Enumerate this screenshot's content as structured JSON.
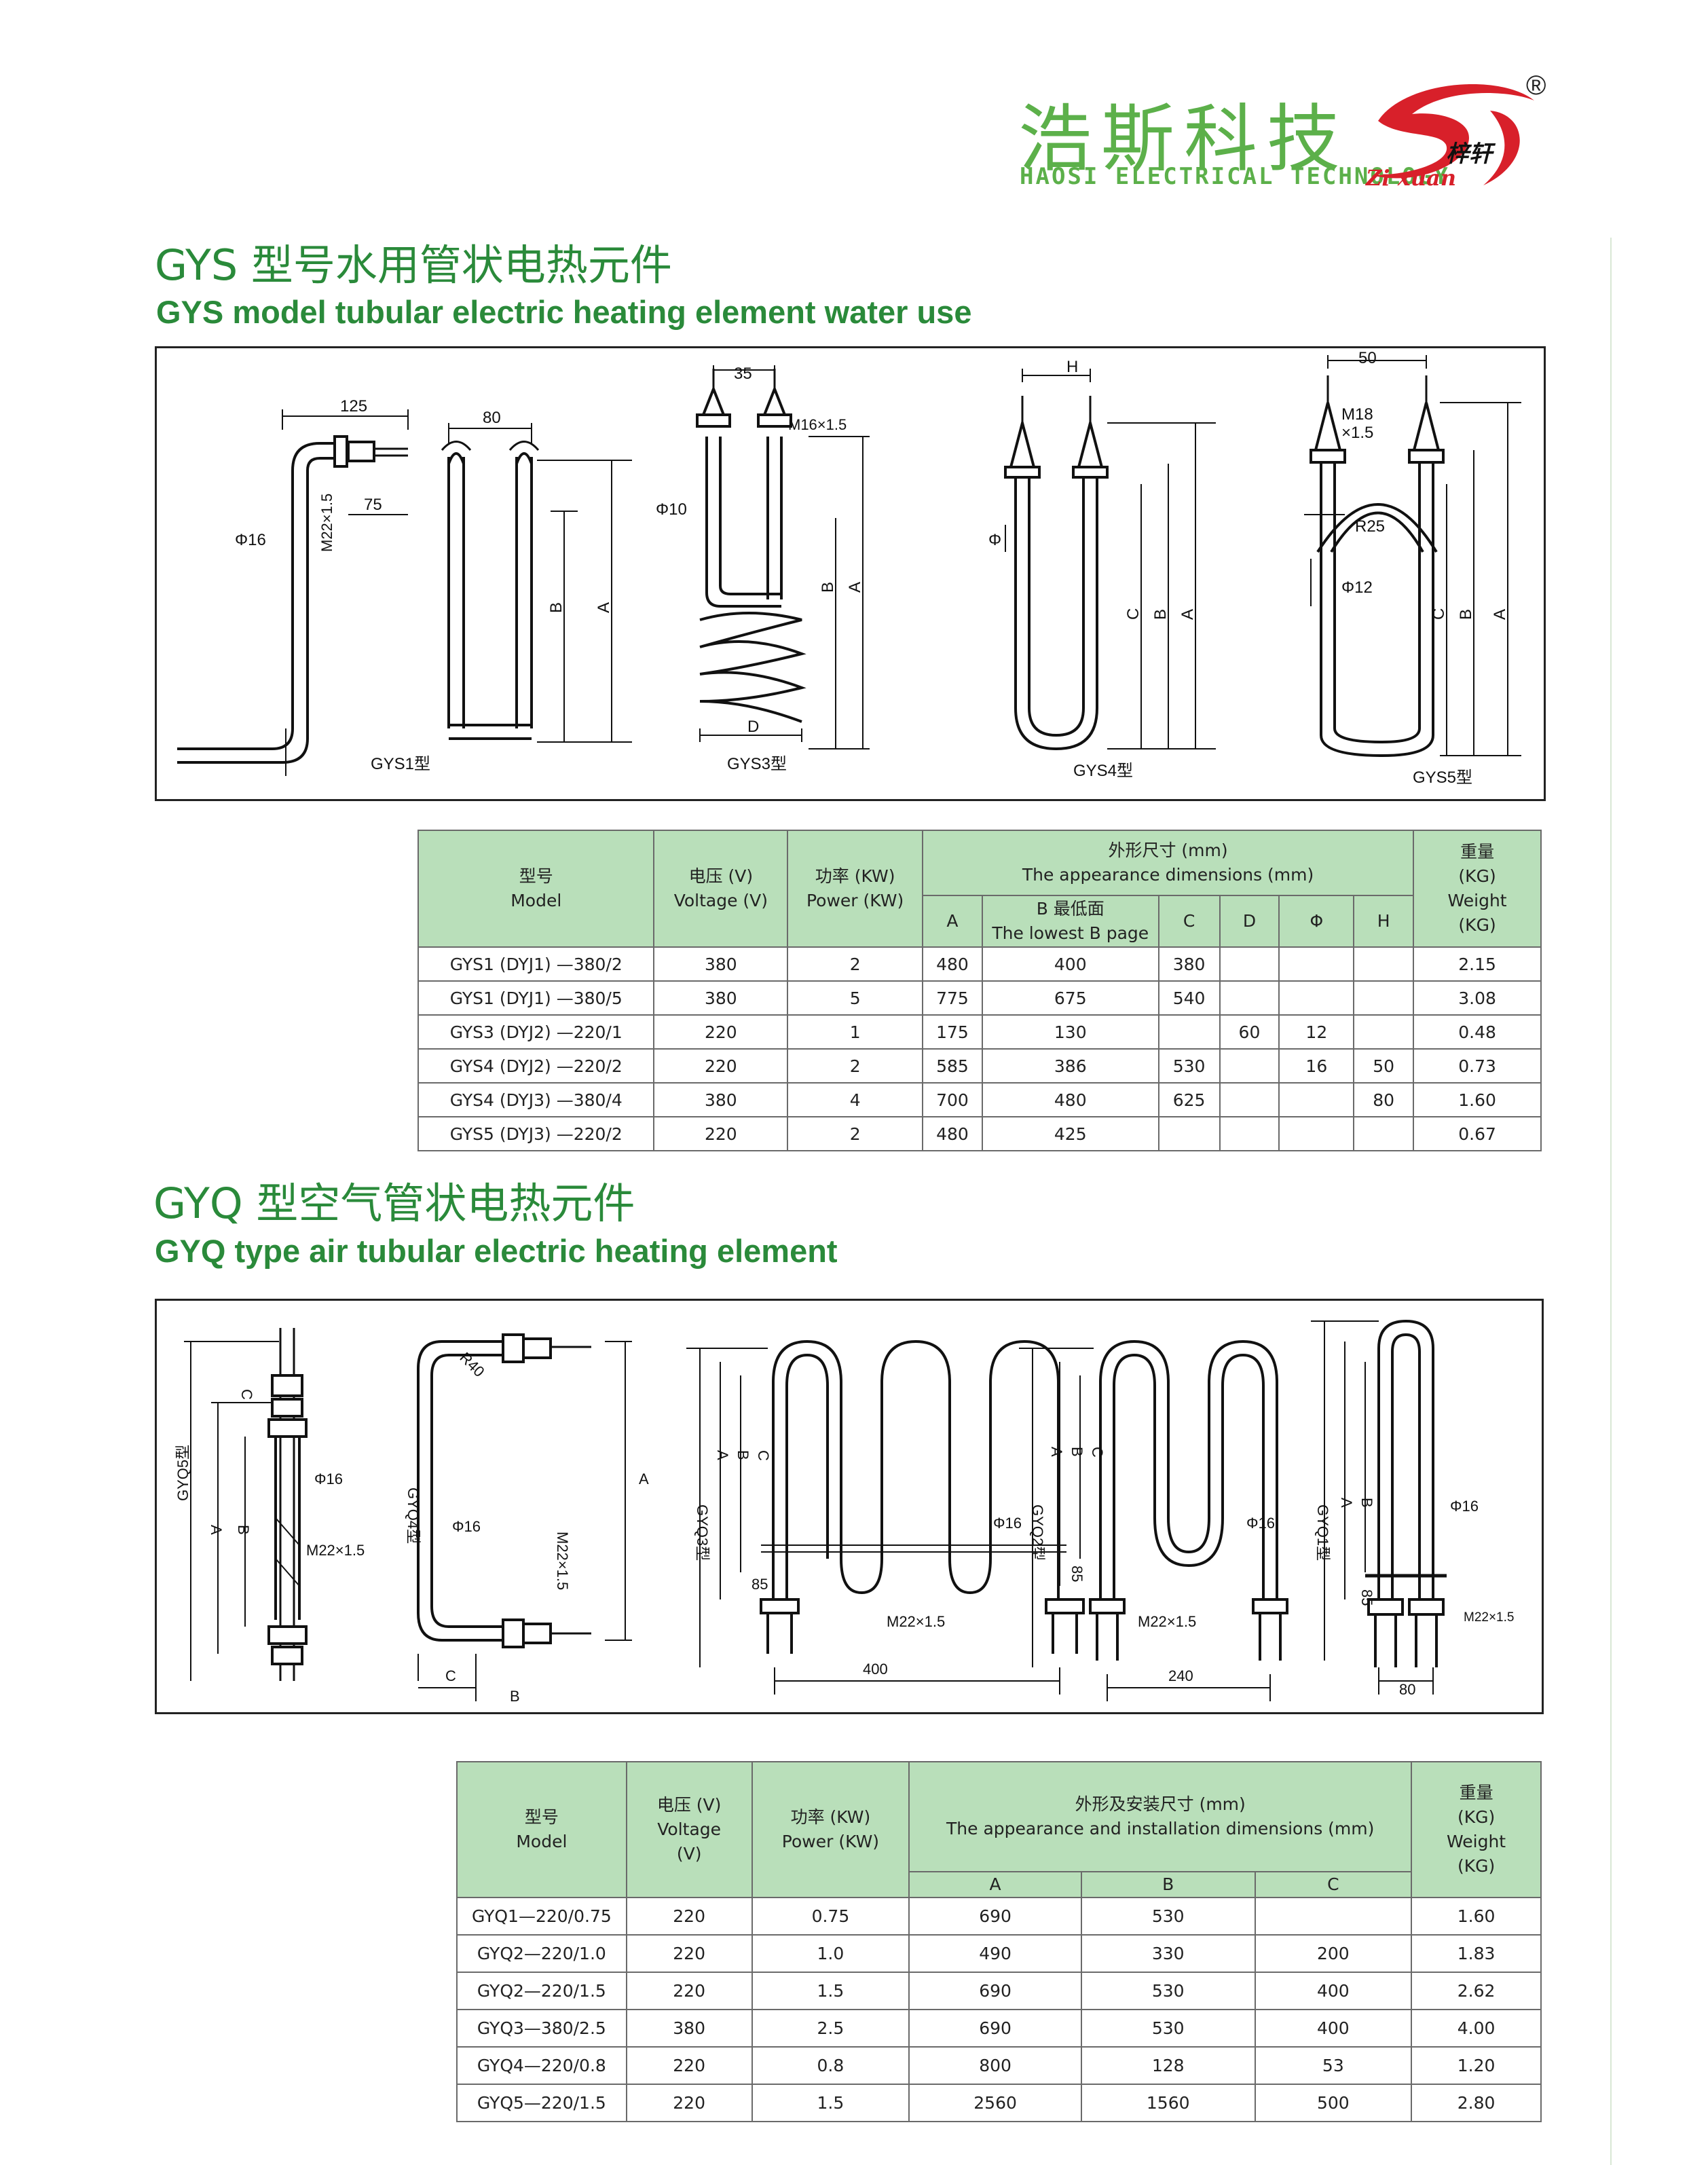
{
  "header": {
    "brand_cn": "浩斯科技",
    "brand_en": "HAOSI ELECTRICAL TECHNOLOGY",
    "logo_sub_cn": "梓轩",
    "logo_sub_en": "Zi xuan",
    "registered": "®"
  },
  "gys": {
    "title_cn": "GYS 型号水用管状电热元件",
    "title_en": "GYS model tubular electric heating element water use",
    "drawings": {
      "gys1": {
        "name": "GYS1型",
        "d125": "125",
        "d75": "75",
        "phi16": "Φ16",
        "m22": "M22×1.5"
      },
      "gys2": {
        "d80": "80",
        "b": "B",
        "a": "A"
      },
      "gys3": {
        "name": "GYS3型",
        "d35": "35",
        "m16": "M16×1.5",
        "phi10": "Φ10",
        "b": "B",
        "a": "A",
        "d": "D"
      },
      "gys4": {
        "name": "GYS4型",
        "h": "H",
        "phi": "Φ",
        "c": "C",
        "b": "B",
        "a": "A"
      },
      "gys5": {
        "name": "GYS5型",
        "d50": "50",
        "m18": "M18",
        "m18b": "×1.5",
        "r25": "R25",
        "phi12": "Φ12",
        "c": "C",
        "b": "B",
        "a": "A"
      }
    },
    "table": {
      "h_model_cn": "型号",
      "h_model_en": "Model",
      "h_voltage_cn": "电压 (V)",
      "h_voltage_en": "Voltage (V)",
      "h_power_cn": "功率 (KW)",
      "h_power_en": "Power (KW)",
      "h_dims_cn": "外形尺寸 (mm)",
      "h_dims_en": "The appearance dimensions (mm)",
      "h_weight_cn": "重量",
      "h_weight_kg": "(KG)",
      "h_weight_en": "Weight",
      "h_weight_kg2": "(KG)",
      "h_a": "A",
      "h_b_cn": "B 最低面",
      "h_b_en": "The lowest B page",
      "h_c": "C",
      "h_d": "D",
      "h_phi": "Φ",
      "h_h": "H",
      "rows": [
        {
          "model": "GYS1 (DYJ1) —380/2",
          "voltage": "380",
          "power": "2",
          "a": "480",
          "b": "400",
          "c": "380",
          "d": "",
          "phi": "",
          "h": "",
          "weight": "2.15"
        },
        {
          "model": "GYS1 (DYJ1) —380/5",
          "voltage": "380",
          "power": "5",
          "a": "775",
          "b": "675",
          "c": "540",
          "d": "",
          "phi": "",
          "h": "",
          "weight": "3.08"
        },
        {
          "model": "GYS3 (DYJ2) —220/1",
          "voltage": "220",
          "power": "1",
          "a": "175",
          "b": "130",
          "c": "",
          "d": "60",
          "phi": "12",
          "h": "",
          "weight": "0.48"
        },
        {
          "model": "GYS4 (DYJ2) —220/2",
          "voltage": "220",
          "power": "2",
          "a": "585",
          "b": "386",
          "c": "530",
          "d": "",
          "phi": "16",
          "h": "50",
          "weight": "0.73"
        },
        {
          "model": "GYS4 (DYJ3) —380/4",
          "voltage": "380",
          "power": "4",
          "a": "700",
          "b": "480",
          "c": "625",
          "d": "",
          "phi": "",
          "h": "80",
          "weight": "1.60"
        },
        {
          "model": "GYS5 (DYJ3) —220/2",
          "voltage": "220",
          "power": "2",
          "a": "480",
          "b": "425",
          "c": "",
          "d": "",
          "phi": "",
          "h": "",
          "weight": "0.67"
        }
      ]
    }
  },
  "gyq": {
    "title_cn": "GYQ 型空气管状电热元件",
    "title_en": "GYQ type air tubular electric heating element",
    "drawings": {
      "gyq5": {
        "name": "GYQ5型",
        "c": "C",
        "b": "B",
        "a": "A",
        "phi16": "Φ16",
        "m22": "M22×1.5"
      },
      "gyq4": {
        "name": "GYQ4型",
        "r40": "R40",
        "a": "A",
        "phi16": "Φ16",
        "m22": "M22×1.5",
        "c": "C",
        "b": "B"
      },
      "gyq3": {
        "name": "GYQ3型",
        "a": "A",
        "b": "B",
        "c": "C",
        "d85": "85",
        "phi16": "Φ16",
        "m22": "M22×1.5",
        "d400": "400"
      },
      "gyq2": {
        "name": "GYQ2型",
        "a": "A",
        "b": "B",
        "c": "C",
        "d85": "85",
        "phi16": "Φ16",
        "m22": "M22×1.5",
        "d240": "240"
      },
      "gyq1": {
        "name": "GYQ1型",
        "a": "A",
        "b": "B",
        "d85": "85",
        "phi16": "Φ16",
        "m22": "M22×1.5",
        "d80": "80"
      }
    },
    "table": {
      "h_model_cn": "型号",
      "h_model_en": "Model",
      "h_voltage_cn": "电压 (V)",
      "h_voltage_en": "Voltage",
      "h_voltage_unit": "(V)",
      "h_power_cn": "功率 (KW)",
      "h_power_en": "Power (KW)",
      "h_dims_cn": "外形及安装尺寸 (mm)",
      "h_dims_en": "The appearance and installation dimensions (mm)",
      "h_weight_cn": "重量",
      "h_weight_kg": "(KG)",
      "h_weight_en": "Weight",
      "h_weight_kg2": "(KG)",
      "h_a": "A",
      "h_b": "B",
      "h_c": "C",
      "rows": [
        {
          "model": "GYQ1—220/0.75",
          "voltage": "220",
          "power": "0.75",
          "a": "690",
          "b": "530",
          "c": "",
          "weight": "1.60"
        },
        {
          "model": "GYQ2—220/1.0",
          "voltage": "220",
          "power": "1.0",
          "a": "490",
          "b": "330",
          "c": "200",
          "weight": "1.83"
        },
        {
          "model": "GYQ2—220/1.5",
          "voltage": "220",
          "power": "1.5",
          "a": "690",
          "b": "530",
          "c": "400",
          "weight": "2.62"
        },
        {
          "model": "GYQ3—380/2.5",
          "voltage": "380",
          "power": "2.5",
          "a": "690",
          "b": "530",
          "c": "400",
          "weight": "4.00"
        },
        {
          "model": "GYQ4—220/0.8",
          "voltage": "220",
          "power": "0.8",
          "a": "800",
          "b": "128",
          "c": "53",
          "weight": "1.20"
        },
        {
          "model": "GYQ5—220/1.5",
          "voltage": "220",
          "power": "1.5",
          "a": "2560",
          "b": "1560",
          "c": "500",
          "weight": "2.80"
        }
      ]
    }
  },
  "colors": {
    "brand_green": "#5cb04a",
    "title_green": "#2a8a3a",
    "header_fill": "#b9dfba",
    "logo_red": "#d8202a"
  }
}
